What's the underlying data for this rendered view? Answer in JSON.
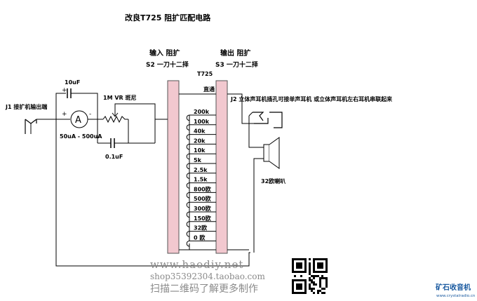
{
  "title": "改良T725 阻扩匹配电路",
  "input_label": "输入 阻扩",
  "input_switch": "S2 一刀十二择",
  "output_label": "输出 阻扩",
  "output_switch": "S3 一刀十二择",
  "transformer": "T725",
  "direct_label": "直通",
  "j1_label": "J1 接扩机输出端",
  "cap1_label": "10uF",
  "cap2_label": "0.1uF",
  "vr_label": "1M VR 斑尼",
  "meter_symbol": "A",
  "meter_range": "50uA - 500uA",
  "plus1": "+",
  "plus2": "+",
  "minus": "-",
  "j2_label": "J2 立体声耳机插孔可接单声耳机 或立体声耳机左右耳机串联起来",
  "speaker_label": "32欧喇叭",
  "taps": [
    "200k",
    "100k",
    "40k",
    "20k",
    "10k",
    "5k",
    "2.5k",
    "1.5k",
    "800欧",
    "500欧",
    "300欧",
    "150欧",
    "32欧",
    "0 欧"
  ],
  "watermark_url": "www.haodiy.net",
  "watermark_shop": "shop35392304.taobao.com",
  "watermark_scan": "扫描二维码了解更多制作",
  "brand_logo": "矿石收音机",
  "brand_site": "www.crystalradio.cn",
  "colors": {
    "line": "#000000",
    "core": "#f2c8cf",
    "core_border": "#555555",
    "watermark": "#8a8a8a",
    "brand": "#1a5aa0"
  }
}
